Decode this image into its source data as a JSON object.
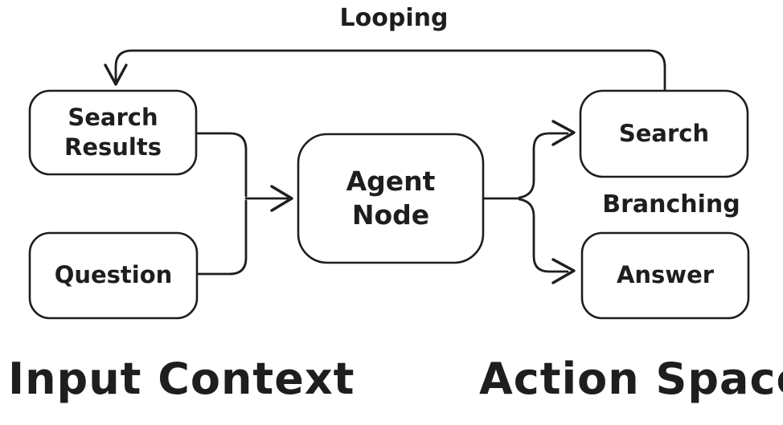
{
  "canvas": {
    "background": "#ffffff",
    "ink": "#1e1e1e"
  },
  "nodes": {
    "search_results": {
      "line1": "Search",
      "line2": "Results"
    },
    "question": {
      "label": "Question"
    },
    "agent_node": {
      "line1": "Agent",
      "line2": "Node"
    },
    "search": {
      "label": "Search"
    },
    "answer": {
      "label": "Answer"
    }
  },
  "edge_labels": {
    "looping": "Looping",
    "branching": "Branching"
  },
  "group_labels": {
    "input_context": "Input Context",
    "action_space": "Action Space"
  }
}
